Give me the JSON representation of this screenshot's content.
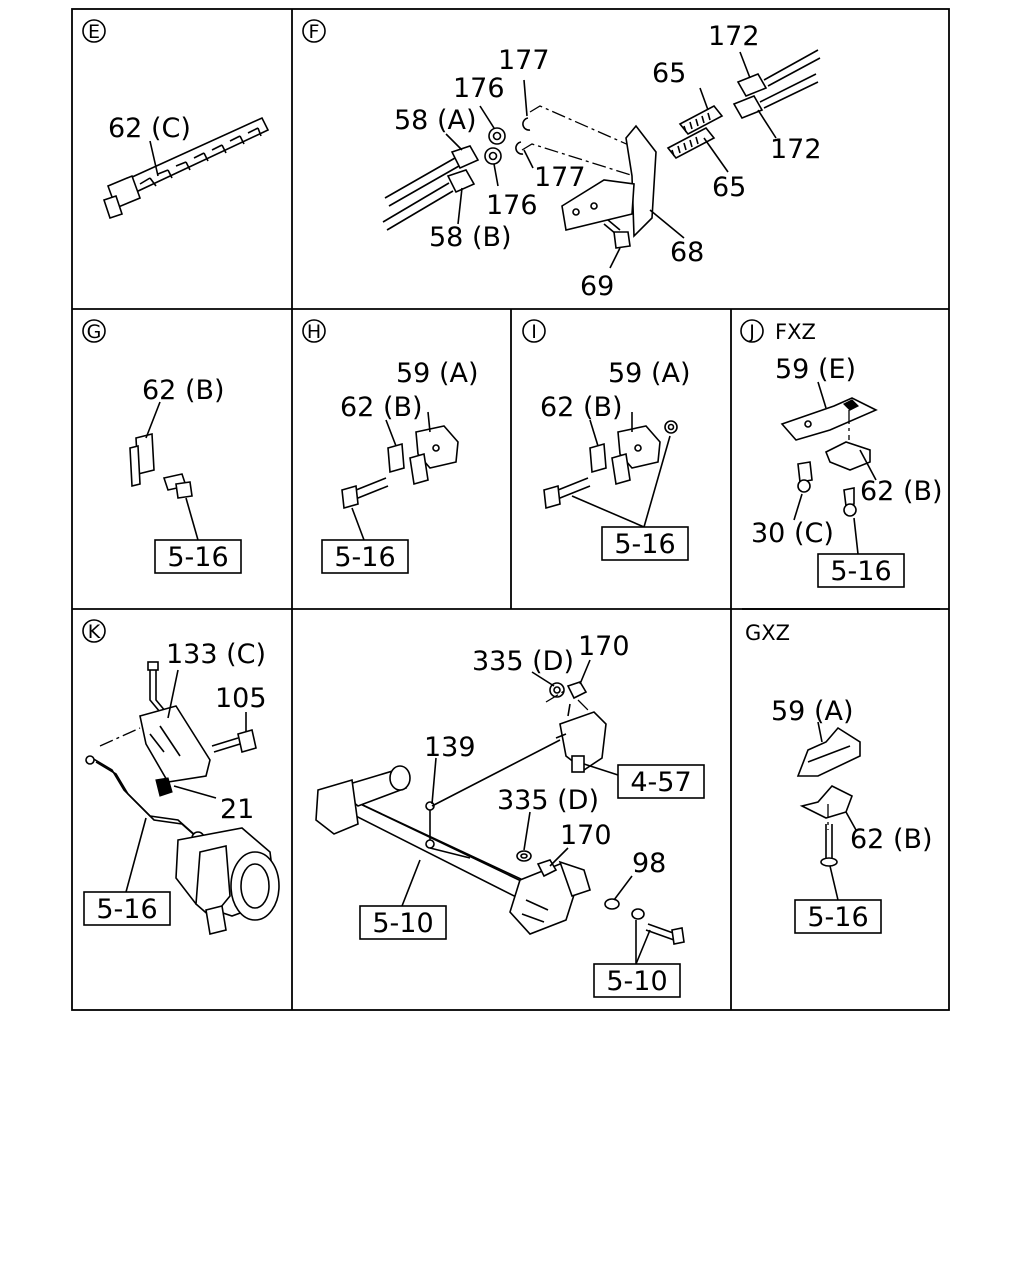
{
  "sections": {
    "E": "E",
    "F": "F",
    "G": "G",
    "H": "H",
    "I": "I",
    "J": "J",
    "K": "K"
  },
  "variants": {
    "fxz": "FXZ",
    "gxz": "GXZ"
  },
  "callouts": {
    "e_62c": "62 (C)",
    "f_177a": "177",
    "f_176a": "176",
    "f_58a": "58 (A)",
    "f_177b": "177",
    "f_176b": "176",
    "f_58b": "58 (B)",
    "f_65a": "65",
    "f_65b": "65",
    "f_172a": "172",
    "f_172b": "172",
    "f_68": "68",
    "f_69": "69",
    "g_62b": "62 (B)",
    "h_59a": "59 (A)",
    "h_62b": "62 (B)",
    "i_59a": "59 (A)",
    "i_62b": "62 (B)",
    "j_59e": "59 (E)",
    "j_62b": "62 (B)",
    "j_30c": "30 (C)",
    "k_133c": "133 (C)",
    "k_105": "105",
    "k_21": "21",
    "m_335d_a": "335 (D)",
    "m_170_a": "170",
    "m_139": "139",
    "m_335d_b": "335 (D)",
    "m_170_b": "170",
    "m_98": "98",
    "gx_59a": "59 (A)",
    "gx_62b": "62 (B)"
  },
  "refs": {
    "g_ref": "5-16",
    "h_ref": "5-16",
    "i_ref": "5-16",
    "j_ref": "5-16",
    "k_ref": "5-16",
    "m_ref_457": "4-57",
    "m_ref_510a": "5-10",
    "m_ref_510b": "5-10",
    "gx_ref": "5-16"
  }
}
